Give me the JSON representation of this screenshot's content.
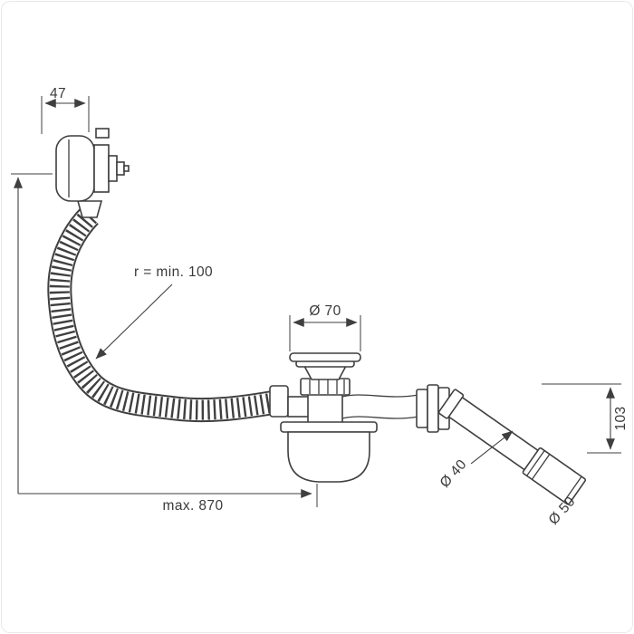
{
  "diagram": {
    "line_color": "#3f3f3f",
    "background_color": "#ffffff",
    "labels": {
      "overflow_depth": "47",
      "hose_bend_radius": "r = min. 100",
      "waste_flange_diameter": "Ø 70",
      "hose_length_max": "max. 870",
      "outlet_drop_height": "103",
      "outlet_pipe_diameter": "Ø 40",
      "outlet_sleeve_diameter": "Ø 50"
    }
  }
}
